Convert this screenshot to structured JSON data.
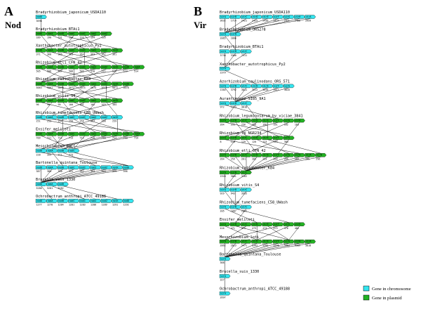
{
  "colors": {
    "chromosome": "#33e5ef",
    "plasmid": "#22b222",
    "line": "#000000"
  },
  "legend": [
    {
      "label": "Gene in chromosome",
      "kind": "chromosome"
    },
    {
      "label": "Gene in plasmid",
      "kind": "plasmid"
    }
  ],
  "panel_a": {
    "letter": "A",
    "title": "Nod",
    "genes": [
      "nodD",
      "nodA",
      "nodB",
      "nodC",
      "nodI",
      "nodJ",
      "nodZ",
      "nolK"
    ],
    "genomes": [
      {
        "name": "Bradyrhizobium_japonicum_USDA110",
        "kind": "chromosome",
        "ids": [
          "3696"
        ]
      },
      {
        "name": "Bradyrhizobium_BTAi1",
        "kind": "plasmid",
        "ids": [
          "189",
          "190",
          "191",
          "192",
          "193",
          "194",
          "195"
        ]
      },
      {
        "name": "Xanthobacter_autotrophicus_Py2",
        "kind": "plasmid",
        "ids": [
          "371",
          "368",
          "366",
          "365",
          "364",
          "363",
          "362",
          "361"
        ]
      },
      {
        "name": "Rhizobium_etli_CFN_42",
        "kind": "plasmid",
        "ids": [
          "505",
          "506",
          "507",
          "508",
          "509",
          "510",
          "511",
          "512",
          "513",
          "514"
        ]
      },
      {
        "name": "Rhizobium_radiobacter_K84",
        "kind": "plasmid",
        "ids": [
          "5063",
          "5067",
          "5070",
          "5072",
          "5074",
          "5075",
          "5076",
          "5077",
          "5078"
        ]
      },
      {
        "name": "Rhizobium_vitis_S4",
        "kind": "plasmid",
        "ids": [
          "96",
          "98",
          "99",
          "100",
          "101",
          "102",
          "103",
          "104"
        ]
      },
      {
        "name": "Rhizobium_tumefaciens_C58_UWash",
        "kind": "chromosome",
        "ids": [
          "251",
          "253",
          "254",
          "255",
          "256",
          "257",
          "258",
          "259"
        ]
      },
      {
        "name": "Ensifer_meliloti",
        "kind": "plasmid",
        "ids": [
          "709",
          "711",
          "712",
          "713",
          "714",
          "715",
          "716",
          "717",
          "718",
          "719"
        ]
      },
      {
        "name": "Mesorhizobium_BNC1",
        "kind": "chromosome",
        "ids": [
          "228",
          "269",
          "271",
          "273"
        ]
      },
      {
        "name": "Bartonella_quintana_Toulouse",
        "kind": "chromosome",
        "ids": [
          "387",
          "389",
          "390",
          "391",
          "392",
          "393",
          "394",
          "395",
          "396"
        ]
      },
      {
        "name": "Brucella_suis_1330",
        "kind": "chromosome",
        "ids": [
          "5280",
          "5281",
          "5282"
        ]
      },
      {
        "name": "Ochrobactrum_anthropi_ATCC_49188",
        "kind": "chromosome",
        "ids": [
          "1277",
          "1270",
          "1284",
          "1281",
          "1283",
          "1286",
          "1289",
          "1291",
          "1292"
        ]
      }
    ]
  },
  "panel_b": {
    "letter": "B",
    "title": "Vir",
    "genes": [
      "virA",
      "virB",
      "virC",
      "virD",
      "virE",
      "virF",
      "virG",
      "virH"
    ],
    "genomes": [
      {
        "name": "Bradyrhizobium_japonicum_USDA110",
        "kind": "chromosome",
        "ids": [
          "3632",
          "1714",
          "2421",
          "2425",
          "2426",
          "2427",
          "2421",
          "2460",
          "2959"
        ]
      },
      {
        "name": "Bradyrhizobium_ORS278",
        "kind": "chromosome",
        "ids": [
          "2065",
          "2066"
        ]
      },
      {
        "name": "Bradyrhizobium_BTAi1",
        "kind": "chromosome",
        "ids": [
          "3738",
          "3388",
          "7311"
        ]
      },
      {
        "name": "Xanthobacter_autotrophicus_Py2",
        "kind": "chromosome",
        "ids": [
          "2379"
        ]
      },
      {
        "name": "Azorhizobium_caulinodans_ORS_571",
        "kind": "chromosome",
        "ids": [
          "1384",
          "3792",
          "3811",
          "3812",
          "3816",
          "5017",
          "3818"
        ]
      },
      {
        "name": "Aurantimonas_SI85_9A1",
        "kind": "chromosome",
        "ids": [
          "972",
          "1723",
          "3818"
        ]
      },
      {
        "name": "Rhizobium_leguminosarum_bv_viciae_3841",
        "kind": "plasmid",
        "ids": [
          "264",
          "255",
          "256",
          "159",
          "160",
          "161",
          "162",
          "163"
        ]
      },
      {
        "name": "Rhizobium_sp_NGR234",
        "kind": "plasmid",
        "ids": [
          "8",
          "118",
          "129",
          "120",
          "123",
          "124",
          "383"
        ]
      },
      {
        "name": "Rhizobium_etli_CFN_42",
        "kind": "plasmid",
        "ids": [
          "264",
          "259",
          "261",
          "262",
          "263",
          "264",
          "265",
          "266",
          "295",
          "296"
        ]
      },
      {
        "name": "Rhizobium_radiobacter_K84",
        "kind": "plasmid",
        "ids": [
          "1928",
          "3061",
          "3162"
        ]
      },
      {
        "name": "Rhizobium_vitis_S4",
        "kind": "chromosome",
        "ids": [
          "929",
          "943",
          "3955"
        ]
      },
      {
        "name": "Rhizobium_tumefaciens_C58_UWash",
        "kind": "chromosome",
        "ids": [
          "205",
          "1087",
          "2062"
        ]
      },
      {
        "name": "Ensifer_meliloti",
        "kind": "plasmid",
        "ids": [
          "416",
          "471",
          "472",
          "473",
          "474",
          "475",
          "476",
          "482"
        ]
      },
      {
        "name": "Mesorhizobium_loti",
        "kind": "plasmid",
        "ids": [
          "2862",
          "2613",
          "5471",
          "5342",
          "5344",
          "5346",
          "5363",
          "5389",
          "5818"
        ]
      },
      {
        "name": "Bartonella_quintana_Toulouse",
        "kind": "chromosome",
        "ids": [
          "368"
        ]
      },
      {
        "name": "Brucella_suis_1330",
        "kind": "chromosome",
        "ids": [
          "327"
        ]
      },
      {
        "name": "Ochrobactrum_anthropi_ATCC_49188",
        "kind": "chromosome",
        "ids": [
          "2697"
        ]
      }
    ]
  }
}
